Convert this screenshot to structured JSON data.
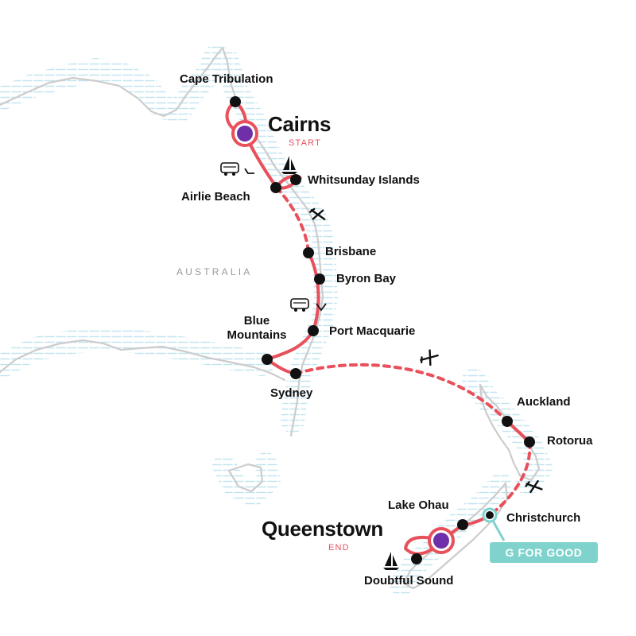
{
  "region_label": "AUSTRALIA",
  "colors": {
    "route": "#e8505b",
    "start_end": "#6f2fa8",
    "stop": "#111111",
    "coast": "#cccccc",
    "water_hatch": "#bfe3ef",
    "g_for_good": "#7fd3cc"
  },
  "start": {
    "name": "Cairns",
    "tag": "START"
  },
  "end": {
    "name": "Queenstown",
    "tag": "END"
  },
  "stops": {
    "cape_tribulation": "Cape Tribulation",
    "airlie_beach": "Airlie Beach",
    "whitsunday_islands": "Whitsunday Islands",
    "brisbane": "Brisbane",
    "byron_bay": "Byron Bay",
    "blue_mountains": "Blue\nMountains",
    "port_macquarie": "Port Macquarie",
    "sydney": "Sydney",
    "auckland": "Auckland",
    "rotorua": "Rotorua",
    "lake_ohau": "Lake Ohau",
    "christchurch": "Christchurch",
    "doubtful_sound": "Doubtful Sound"
  },
  "badge": "G FOR GOOD",
  "transport_icons": [
    "bus-icon",
    "sailboat-icon",
    "plane-icon",
    "bus-icon",
    "plane-icon",
    "plane-icon",
    "sailboat-icon"
  ]
}
